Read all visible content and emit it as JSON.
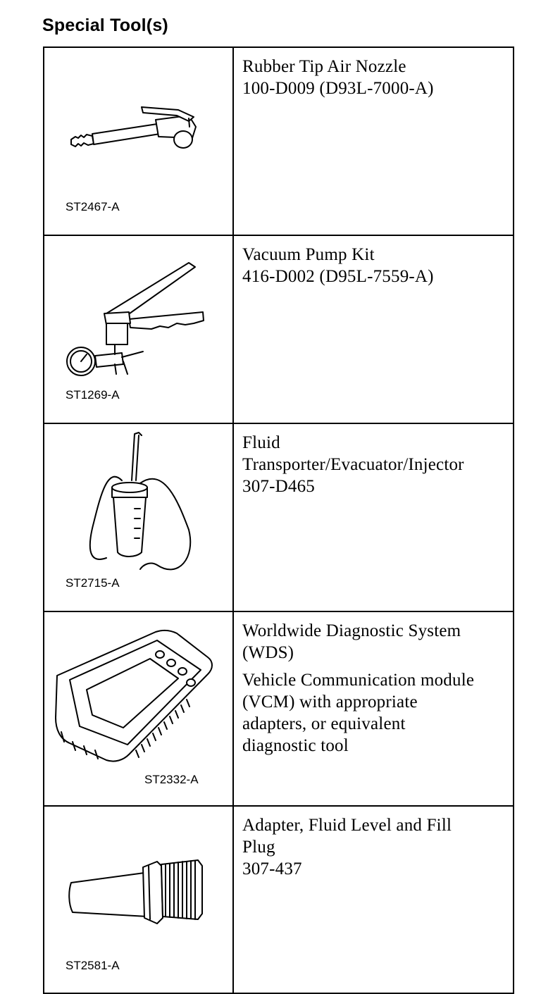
{
  "heading": "Special Tool(s)",
  "tools": [
    {
      "code": "ST2467-A",
      "icon": "air-nozzle-icon",
      "lines": [
        "Rubber Tip Air Nozzle",
        "100-D009 (D93L-7000-A)"
      ]
    },
    {
      "code": "ST1269-A",
      "icon": "vacuum-pump-icon",
      "lines": [
        "Vacuum Pump Kit",
        "416-D002 (D95L-7559-A)"
      ]
    },
    {
      "code": "ST2715-A",
      "icon": "fluid-evacuator-icon",
      "lines": [
        "Fluid",
        "Transporter/Evacuator/Injector",
        "307-D465"
      ]
    },
    {
      "code": "ST2332-A",
      "icon": "diagnostic-system-icon",
      "lines": [
        "Worldwide Diagnostic System",
        "(WDS)"
      ],
      "extra_lines": [
        "Vehicle Communication module",
        "(VCM) with appropriate",
        "adapters, or equivalent",
        "diagnostic tool"
      ]
    },
    {
      "code": "ST2581-A",
      "icon": "fill-plug-adapter-icon",
      "lines": [
        "Adapter, Fluid Level and Fill",
        "Plug",
        "307-437"
      ]
    }
  ]
}
